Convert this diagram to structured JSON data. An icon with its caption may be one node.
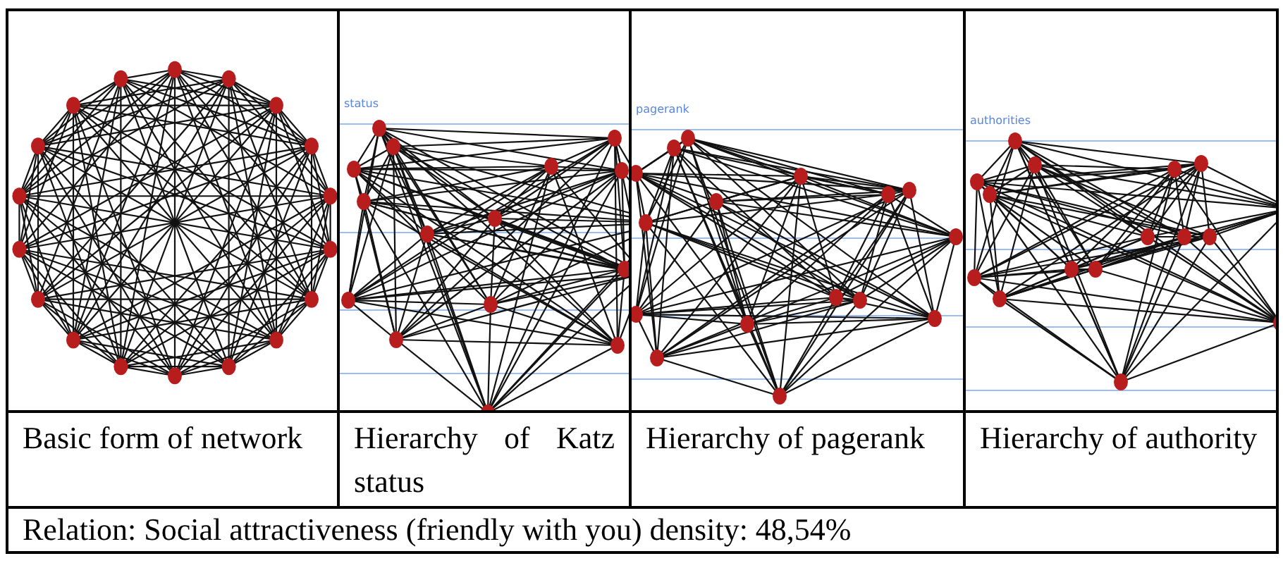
{
  "diagram": {
    "labels": [
      "status",
      "pagerank",
      "authorities",
      "Basic form of network",
      "Hierarchy of Katz status",
      "Hierarchy of pagerank",
      "Hierarchy of authority",
      "Relation: Social attractiveness (friendly with you) density: 48,54%"
    ]
  }
}
